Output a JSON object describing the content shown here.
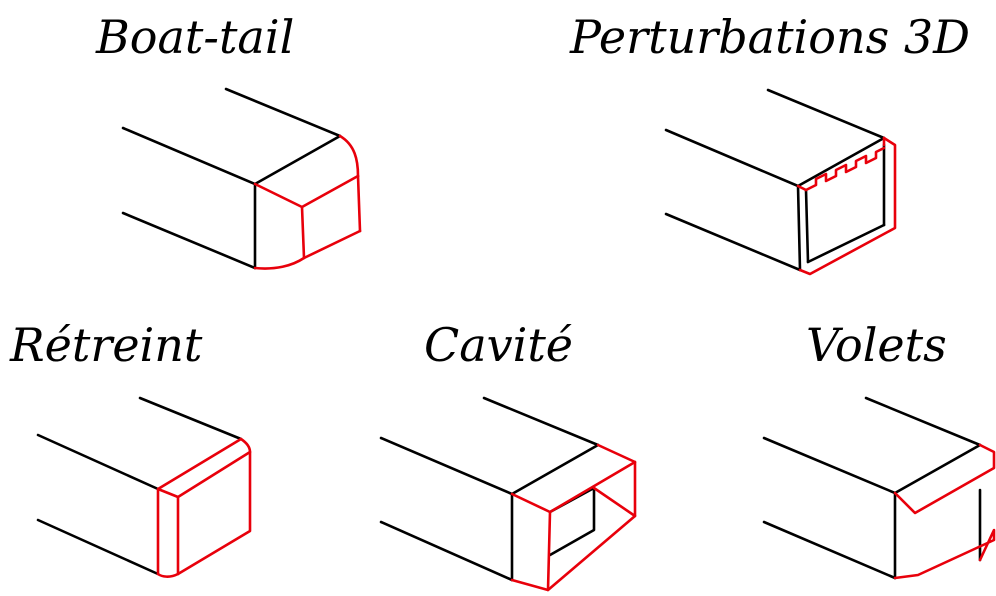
{
  "panels": [
    {
      "key": "boat_tail",
      "title": "Boat-tail"
    },
    {
      "key": "perturbations",
      "title": "Perturbations 3D"
    },
    {
      "key": "retreint",
      "title": "Rétreint"
    },
    {
      "key": "cavite",
      "title": "Cavité"
    },
    {
      "key": "volets",
      "title": "Volets"
    }
  ],
  "colors": {
    "body": "#000000",
    "device": "#e8000b"
  }
}
